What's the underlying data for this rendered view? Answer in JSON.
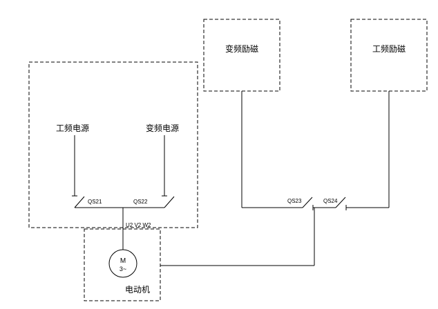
{
  "diagram": {
    "background_color": "#ffffff",
    "line_color": "#000000"
  },
  "labels": {
    "industrial_power": "工频电源",
    "variable_power": "变频电源",
    "variable_excitation": "变频励磁",
    "industrial_excitation": "工频励磁",
    "switch_qs21": "QS21",
    "switch_qs22": "QS22",
    "switch_qs23": "QS23",
    "switch_qs24": "QS24",
    "motor_terminals": "U2 V2 W2",
    "motor_symbol": "M",
    "motor_phase": "3~",
    "motor_name": "电动机"
  }
}
